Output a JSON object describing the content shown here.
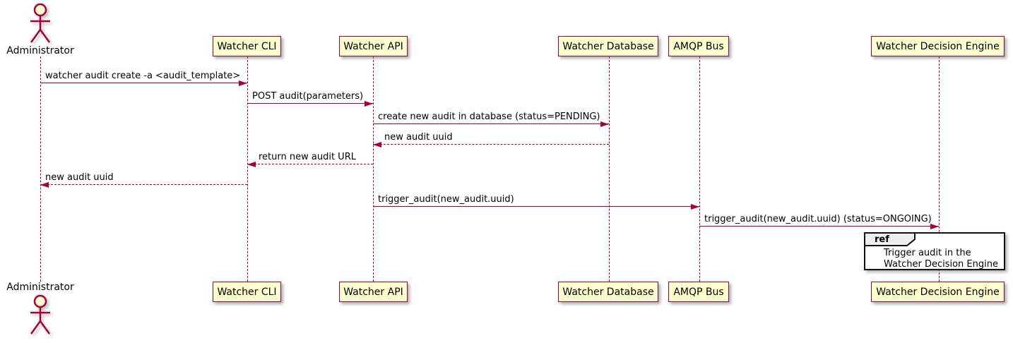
{
  "diagram": {
    "type": "sequence-diagram",
    "colors": {
      "accent": "#A80036",
      "participant_fill": "#FEFECE",
      "ref_tag_fill": "#EEEEEE",
      "background": "#FFFFFF"
    },
    "actor": {
      "name": "Administrator"
    },
    "participants": [
      {
        "label": "Watcher CLI"
      },
      {
        "label": "Watcher API"
      },
      {
        "label": "Watcher Database"
      },
      {
        "label": "AMQP Bus"
      },
      {
        "label": "Watcher Decision Engine"
      }
    ],
    "messages": [
      {
        "text": "watcher audit create -a <audit_template>",
        "from": "Administrator",
        "to": "Watcher CLI",
        "line": "solid"
      },
      {
        "text": "POST audit(parameters)",
        "from": "Watcher CLI",
        "to": "Watcher API",
        "line": "solid"
      },
      {
        "text": "create new audit in database (status=PENDING)",
        "from": "Watcher API",
        "to": "Watcher Database",
        "line": "solid"
      },
      {
        "text": "new audit uuid",
        "from": "Watcher Database",
        "to": "Watcher API",
        "line": "dashed"
      },
      {
        "text": "return new audit URL",
        "from": "Watcher API",
        "to": "Watcher CLI",
        "line": "dashed"
      },
      {
        "text": "new audit uuid",
        "from": "Watcher CLI",
        "to": "Administrator",
        "line": "dashed"
      },
      {
        "text": "trigger_audit(new_audit.uuid)",
        "from": "Watcher API",
        "to": "AMQP Bus",
        "line": "solid"
      },
      {
        "text": "trigger_audit(new_audit.uuid) (status=ONGOING)",
        "from": "AMQP Bus",
        "to": "Watcher Decision Engine",
        "line": "solid"
      }
    ],
    "ref_frame": {
      "keyword": "ref",
      "over": "Watcher Decision Engine",
      "lines": [
        "Trigger audit in the",
        "Watcher Decision Engine"
      ]
    }
  }
}
